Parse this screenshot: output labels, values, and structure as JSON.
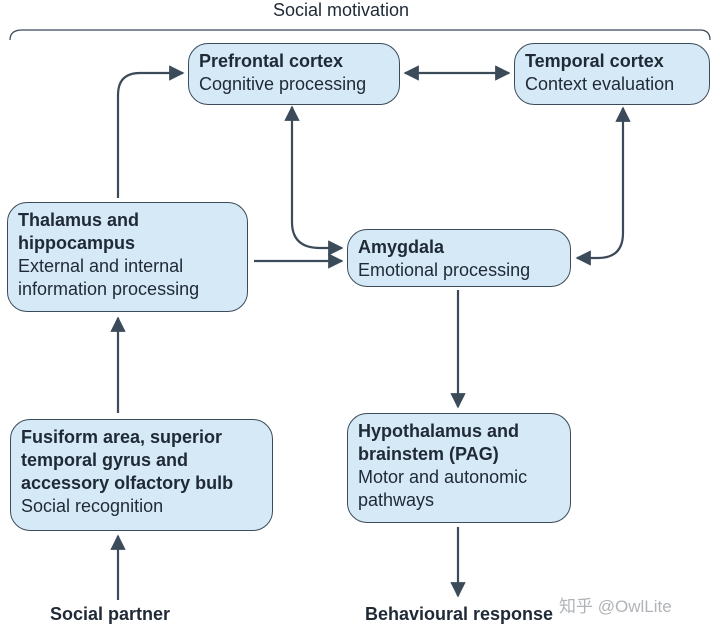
{
  "header": {
    "label": "Social motivation"
  },
  "nodes": {
    "prefrontal": {
      "title": "Prefrontal cortex",
      "desc": "Cognitive processing"
    },
    "temporal": {
      "title": "Temporal cortex",
      "desc": "Context evaluation"
    },
    "thalamus": {
      "title": "Thalamus and hippocampus",
      "desc": "External and internal information processing"
    },
    "amygdala": {
      "title": "Amygdala",
      "desc": "Emotional processing"
    },
    "fusiform": {
      "title": "Fusiform area, superior temporal gyrus and accessory olfactory bulb",
      "desc": "Social recognition"
    },
    "hypothalamus": {
      "title": "Hypothalamus and brainstem (PAG)",
      "desc": "Motor and autonomic pathways"
    }
  },
  "inputs": {
    "social_partner": "Social partner"
  },
  "outputs": {
    "behavioural_response": "Behavioural response"
  },
  "watermark": "知乎 @OwlLite",
  "colors": {
    "box_fill": "#d6e9f6",
    "box_border": "#3b4b5a",
    "arrow": "#3b4b5a"
  }
}
